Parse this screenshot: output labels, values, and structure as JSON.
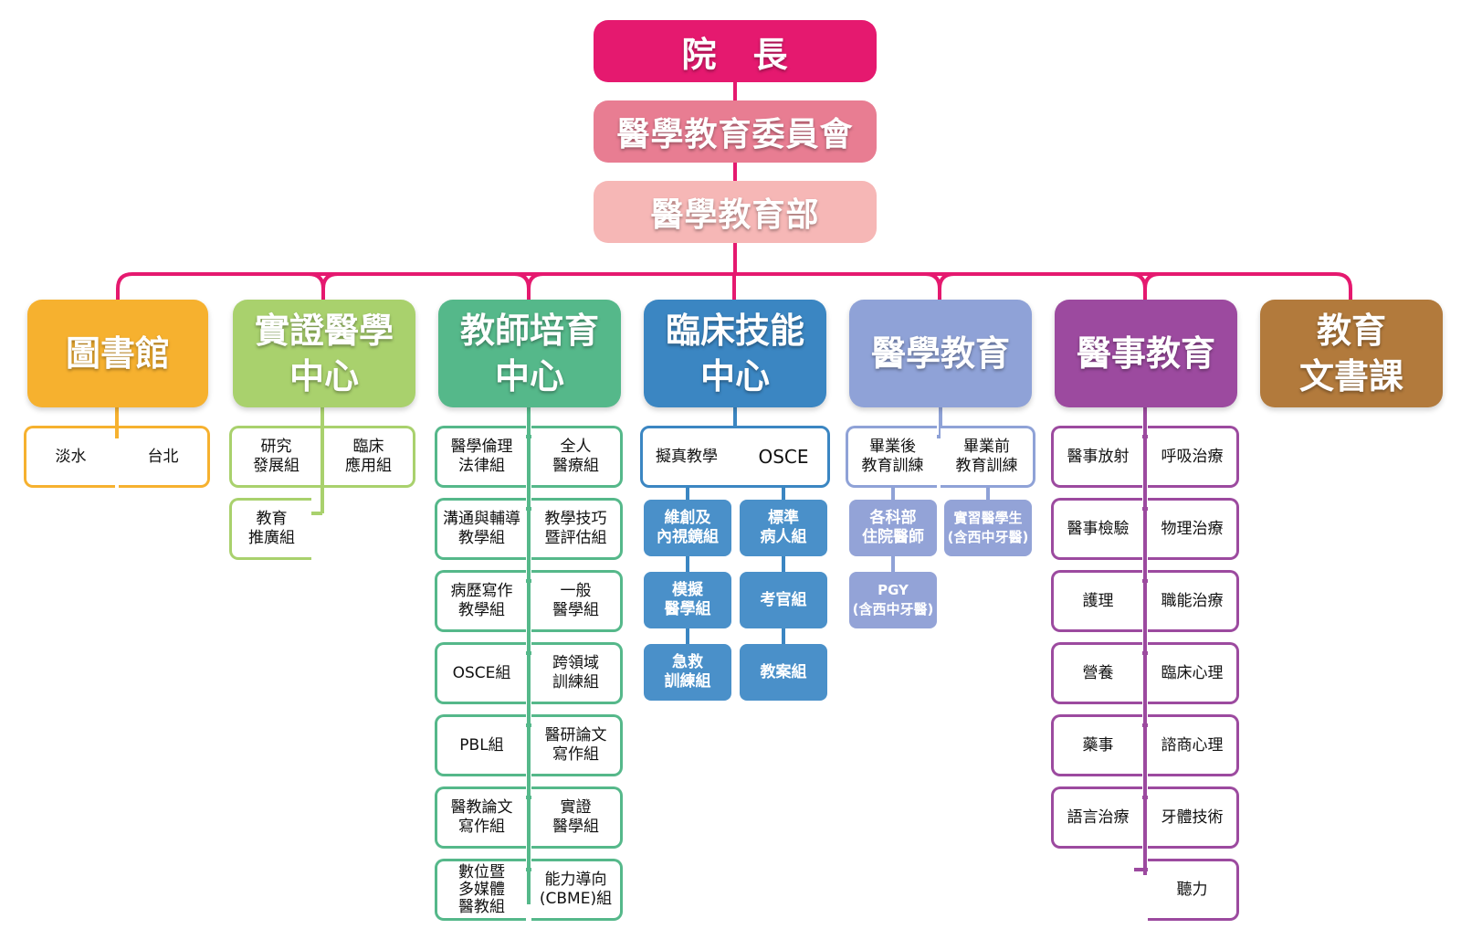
{
  "colors": {
    "pink": "#e5196f",
    "library": "#f6b12f",
    "ebm": "#a9d16d",
    "faculty": "#55b88a",
    "clinical": "#3b86c2",
    "clinical_fill": "#4a90c9",
    "meded": "#8fa2d7",
    "meded_fill": "#93a3d7",
    "allied": "#9c4a9f",
    "docs": "#b27a3c"
  },
  "top": {
    "president": "院　長",
    "committee": "醫學教育委員會",
    "department": "醫學教育部"
  },
  "departments": {
    "library": {
      "title": "圖書館",
      "items": [
        "淡水",
        "台北"
      ]
    },
    "ebm": {
      "title": "實證醫學\n中心",
      "items": [
        "研究\n發展組",
        "臨床\n應用組",
        "教育\n推廣組"
      ]
    },
    "faculty": {
      "title": "教師培育\n中心",
      "items": [
        "醫學倫理\n法律組",
        "全人\n醫療組",
        "溝通與輔導\n教學組",
        "教學技巧\n暨評估組",
        "病歷寫作\n教學組",
        "一般\n醫學組",
        "OSCE組",
        "跨領域\n訓練組",
        "PBL組",
        "醫研論文\n寫作組",
        "醫教論文\n寫作組",
        "實證\n醫學組",
        "數位暨\n多媒體\n醫教組",
        "能力導向\n(CBME)組"
      ]
    },
    "clinical": {
      "title": "臨床技能\n中心",
      "items": [
        "擬真教學",
        "OSCE",
        "維創及\n內視鏡組",
        "標準\n病人組",
        "模擬\n醫學組",
        "考官組",
        "急救\n訓練組",
        "教案組"
      ]
    },
    "meded": {
      "title": "醫學教育",
      "items": [
        "畢業後\n教育訓練",
        "畢業前\n教育訓練",
        "各科部\n住院醫師",
        "實習醫學生\n(含西中牙醫)",
        "PGY\n(含西中牙醫)"
      ]
    },
    "allied": {
      "title": "醫事教育",
      "items": [
        "醫事放射",
        "呼吸治療",
        "醫事檢驗",
        "物理治療",
        "護理",
        "職能治療",
        "營養",
        "臨床心理",
        "藥事",
        "諮商心理",
        "語言治療",
        "牙體技術",
        "聽力"
      ]
    },
    "docs": {
      "title": "教育\n文書課"
    }
  }
}
